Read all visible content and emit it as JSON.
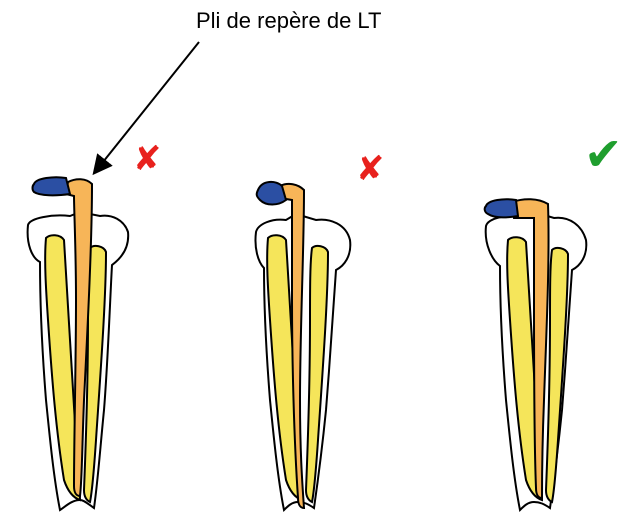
{
  "label": {
    "text": "Pli de repère de LT"
  },
  "colors": {
    "dentin": "#ffffff",
    "canal": "#f5e55a",
    "instrument": "#f7b558",
    "stop": "#2b4fa3",
    "outline": "#000000",
    "wrong": "#e8211d",
    "correct": "#1f9e2e"
  },
  "panels": [
    {
      "id": "left",
      "verdict": "wrong",
      "mark": "✘"
    },
    {
      "id": "middle",
      "verdict": "wrong",
      "mark": "✘"
    },
    {
      "id": "right",
      "verdict": "correct",
      "mark": "✔"
    }
  ]
}
